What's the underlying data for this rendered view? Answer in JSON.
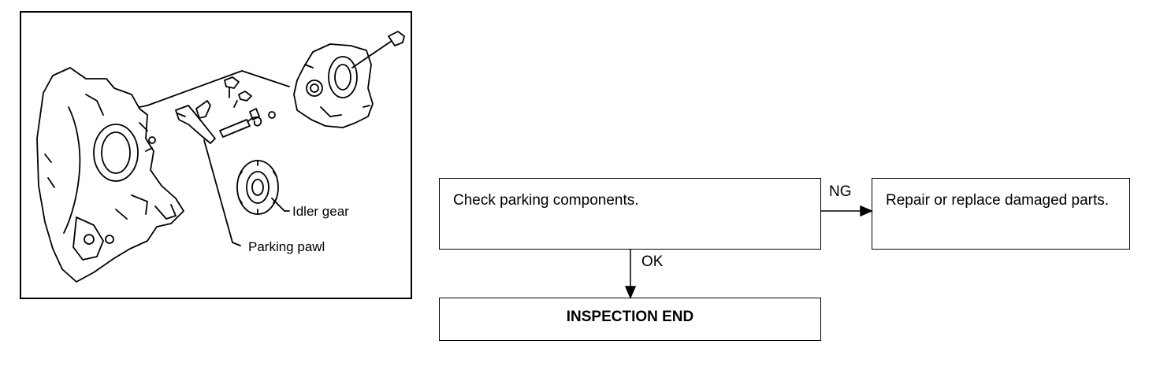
{
  "illustration": {
    "labels": {
      "idler_gear": "Idler gear",
      "parking_pawl": "Parking pawl"
    }
  },
  "flowchart": {
    "check_step": "Check parking components.",
    "ng_label": "NG",
    "ok_label": "OK",
    "repair_step": "Repair or replace damaged parts.",
    "end_step": "INSPECTION END"
  }
}
